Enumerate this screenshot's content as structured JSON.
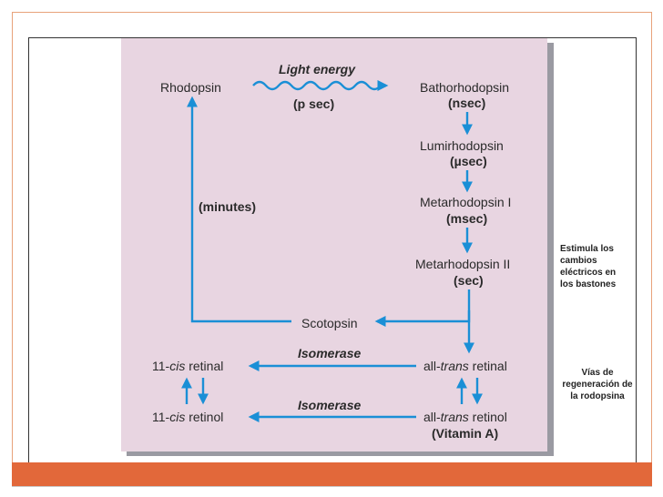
{
  "diagram": {
    "rhodopsin": "Rhodopsin",
    "light_energy": "Light energy",
    "p_sec": "(p sec)",
    "bathorhodopsin": "Bathorhodopsin",
    "nsec": "(nsec)",
    "lumirhodopsin": "Lumirhodopsin",
    "mu_sec": "(µsec)",
    "metarhodopsin_1": "Metarhodopsin I",
    "msec": "(msec)",
    "metarhodopsin_2": "Metarhodopsin II",
    "sec": "(sec)",
    "minutes": "(minutes)",
    "scotopsin": "Scotopsin",
    "retinal_11cis_prefix": "11-",
    "cis": "cis",
    "retinal_suffix": " retinal",
    "retinol_suffix": " retinol",
    "isomerase": "Isomerase",
    "all_prefix": "all-",
    "trans": "trans",
    "vitamin_a": "(Vitamin A)"
  },
  "notes": {
    "electrical": "Estimula  los\ncambios\neléctricos  en\nlos bastones",
    "regeneration": "Vías  de\nregeneración de\nla  rodopsina"
  },
  "colors": {
    "arrow": "#1a8fd6",
    "figure_bg": "#e8d5e1",
    "accent_bar": "#e2683a"
  }
}
